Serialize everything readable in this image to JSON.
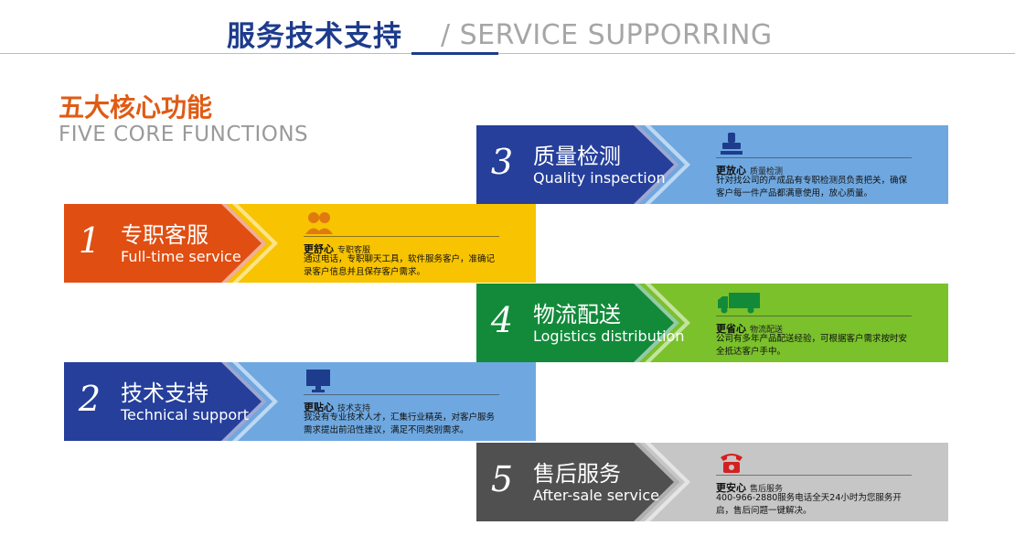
{
  "header": {
    "title": "服务技术支持",
    "subtitle": "/ SERVICE SUPPORRING"
  },
  "section": {
    "title": "五大核心功能",
    "subtitle": "FIVE CORE FUNCTIONS"
  },
  "banners": [
    {
      "number": "3",
      "cn": "质量检测",
      "en": "Quality inspection",
      "icon": "stamp-icon",
      "head": "更放心",
      "head_sub": "质量检测",
      "desc": "针对找公司的产成品有专职检测员负责把关，确保客户每一件产品都满意使用，放心质量。",
      "colors": {
        "dark": "#253f9b",
        "light": "#6fa8e0"
      }
    },
    {
      "number": "1",
      "cn": "专职客服",
      "en": "Full-time service",
      "icon": "customer-service-icon",
      "head": "更舒心",
      "head_sub": "专职客服",
      "desc": "通过电话，专职聊天工具，软件服务客户，准确记录客户信息并且保存客户需求。",
      "colors": {
        "dark": "#e04e12",
        "light": "#f8c300"
      }
    },
    {
      "number": "4",
      "cn": "物流配送",
      "en": "Logistics distribution",
      "icon": "truck-icon",
      "head": "更省心",
      "head_sub": "物流配送",
      "desc": "公司有多年产品配送经验，可根据客户需求按时安全抵达客户手中。",
      "colors": {
        "dark": "#128a3a",
        "light": "#7ac12c"
      }
    },
    {
      "number": "2",
      "cn": "技术支持",
      "en": "Technical support",
      "icon": "monitor-icon",
      "head": "更贴心",
      "head_sub": "技术支持",
      "desc": "我没有专业技术人才，汇集行业精英，对客户服务需求提出前沿性建议，满足不同类别需求。",
      "colors": {
        "dark": "#253f9b",
        "light": "#6fa8e0"
      }
    },
    {
      "number": "5",
      "cn": "售后服务",
      "en": "After-sale service",
      "icon": "phone-icon",
      "head": "更安心",
      "head_sub": "售后服务",
      "desc": "400-966-2880服务电话全天24小时为您服务开启，售后问题一键解决。",
      "colors": {
        "dark": "#505050",
        "light": "#c6c6c6"
      }
    }
  ]
}
